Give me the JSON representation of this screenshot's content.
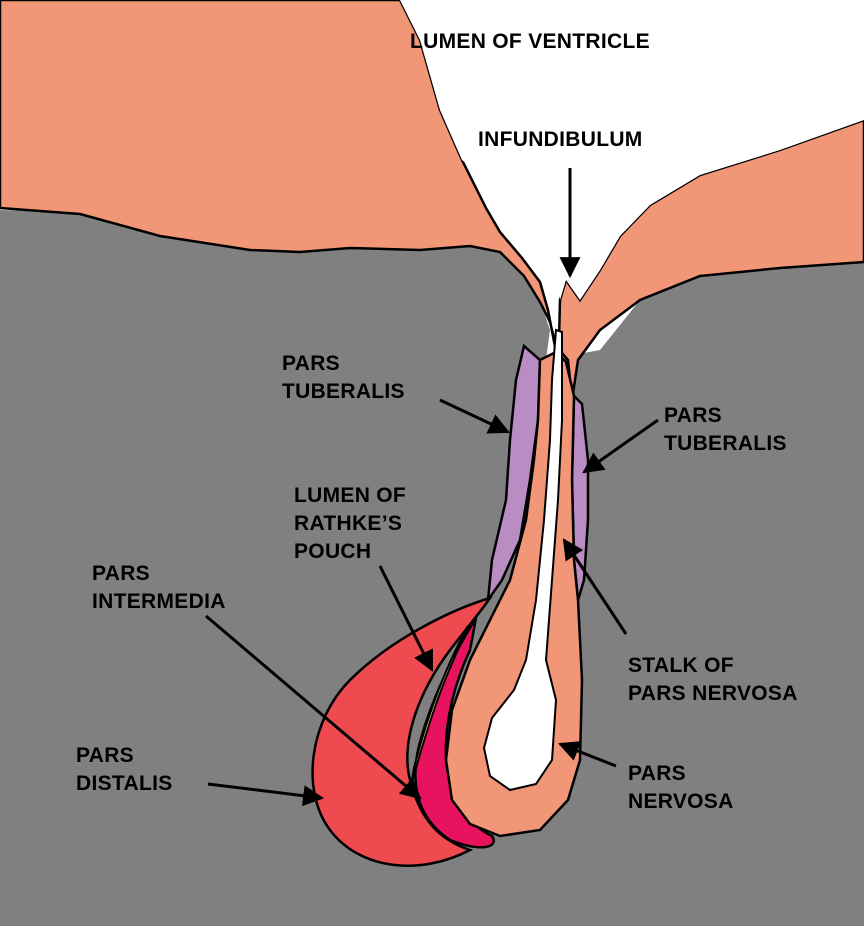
{
  "colors": {
    "background": "#ffffff",
    "surrounding_tissue": "#808080",
    "brain_tissue": "#f29678",
    "pars_tuberalis": "#b98dc3",
    "pars_distalis": "#ef4a50",
    "pars_intermedia": "#e8135e",
    "rathkes_lumen": "#f4f088",
    "pars_nervosa": "#f29678",
    "lumen": "#ffffff",
    "arrow": "#000000"
  },
  "labels": {
    "lumen_of_ventricle": [
      "LUMEN OF VENTRICLE"
    ],
    "infundibulum": [
      "INFUNDIBULUM"
    ],
    "pars_tuberalis_left": [
      "PARS",
      "TUBERALIS"
    ],
    "pars_tuberalis_right": [
      "PARS",
      "TUBERALIS"
    ],
    "lumen_of_rathkes_pouch": [
      "LUMEN OF",
      "RATHKE’S",
      "POUCH"
    ],
    "pars_intermedia": [
      "PARS",
      "INTERMEDIA"
    ],
    "stalk_of_pars_nervosa": [
      "STALK OF",
      "PARS NERVOSA"
    ],
    "pars_distalis": [
      "PARS",
      "DISTALIS"
    ],
    "pars_nervosa": [
      "PARS",
      "NERVOSA"
    ]
  }
}
